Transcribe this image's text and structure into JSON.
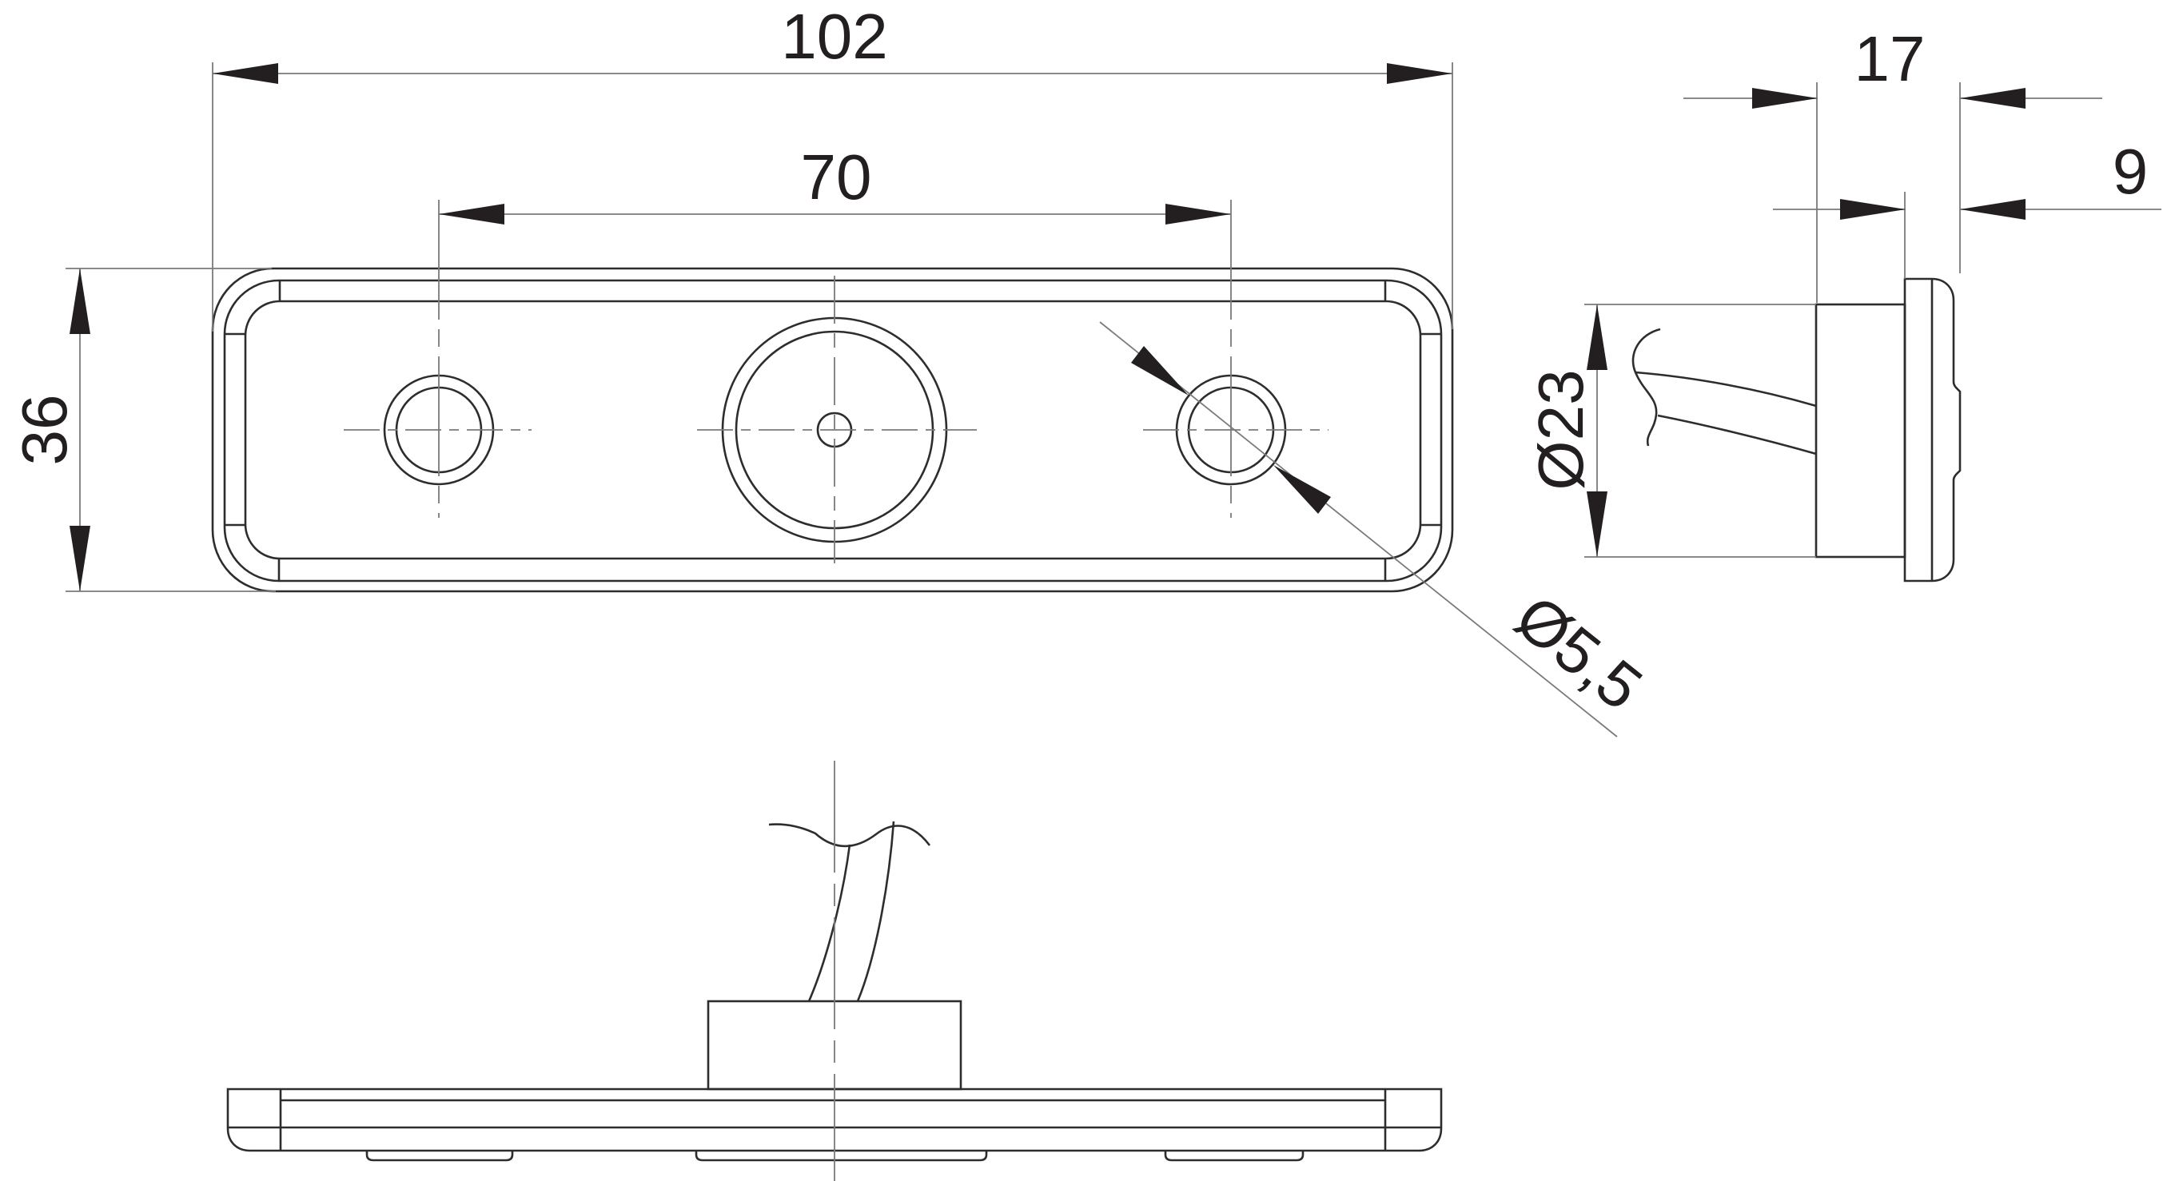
{
  "colors": {
    "bg_color": "#ffffff",
    "line_color": "#2d2d2d",
    "thin_color": "#7a7a7a",
    "text_color": "#231f20"
  },
  "dimensions": {
    "overall_width": {
      "label": "102"
    },
    "hole_spacing": {
      "label": "70"
    },
    "overall_height": {
      "label": "36"
    },
    "hole_diameter": {
      "label": "Ø5,5"
    },
    "overall_depth": {
      "label": "17"
    },
    "lens_depth": {
      "label": "9"
    },
    "body_diameter": {
      "label": "Ø23"
    }
  }
}
